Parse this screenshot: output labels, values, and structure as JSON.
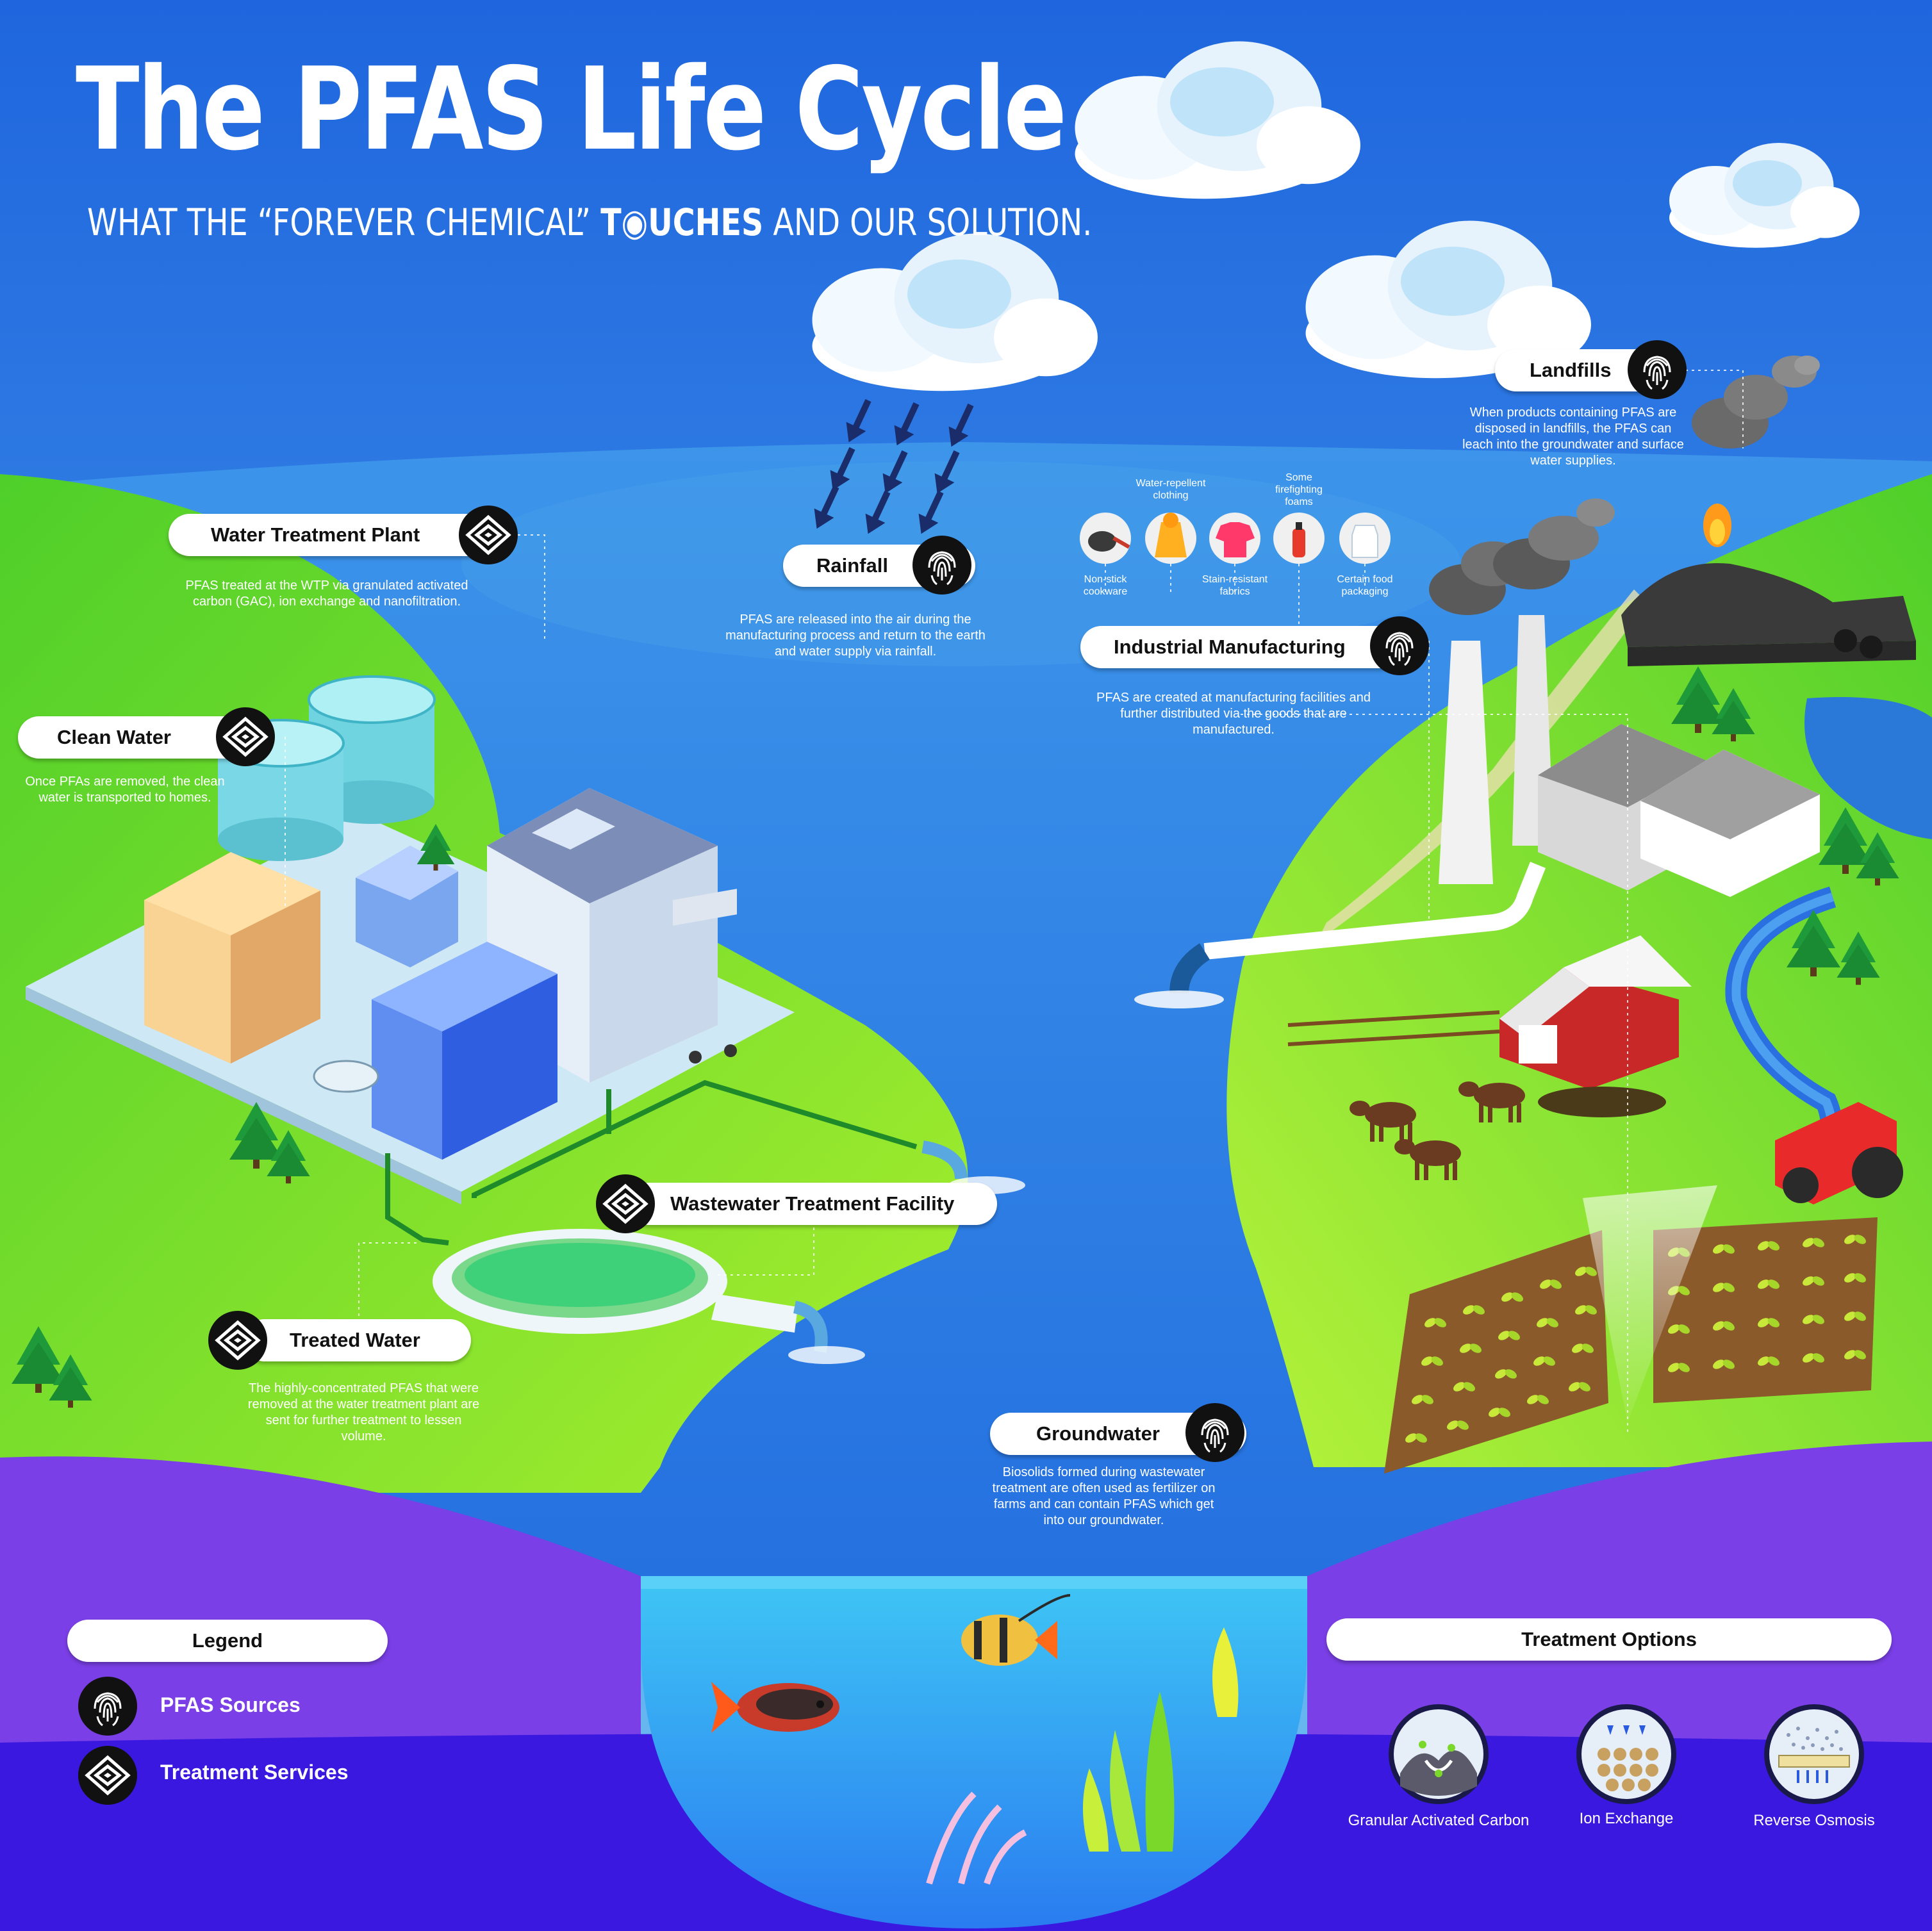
{
  "title": "The PFAS Life Cycle",
  "subtitle": {
    "part1": "WHAT THE “FOREVER CHEMICAL” ",
    "highlight": "T◉UCHES",
    "part2": " AND OUR SOLUTION."
  },
  "stages": {
    "water_treatment_plant": {
      "label": "Water Treatment Plant",
      "text": "PFAS treated at the WTP via granulated activated carbon (GAC), ion exchange and nanofiltration.",
      "icon": "treatment-services-icon"
    },
    "clean_water": {
      "label": "Clean Water",
      "text": "Once PFAs are removed, the clean water is transported to homes.",
      "icon": "treatment-services-icon"
    },
    "rainfall": {
      "label": "Rainfall",
      "text": "PFAS are released into the air during the manufacturing process and return to the earth and water supply via rainfall.",
      "icon": "fingerprint-icon"
    },
    "industrial_manufacturing": {
      "label": "Industrial Manufacturing",
      "text": "PFAS are created at manufacturing facilities and further distributed via the goods that are manufactured.",
      "icon": "fingerprint-icon"
    },
    "landfills": {
      "label": "Landfills",
      "text": "When products containing PFAS are disposed in landfills, the PFAS can leach into the groundwater and surface water supplies.",
      "icon": "fingerprint-icon"
    },
    "wastewater_treatment_facility": {
      "label": "Wastewater Treatment Facility",
      "icon": "treatment-services-icon"
    },
    "treated_water": {
      "label": "Treated Water",
      "text": "The highly-concentrated PFAS that were removed at the water treatment plant are sent for further treatment to lessen volume.",
      "icon": "treatment-services-icon"
    },
    "groundwater": {
      "label": "Groundwater",
      "text": "Biosolids formed during wastewater treatment are often used as fertilizer on farms and can contain PFAS which get into our groundwater.",
      "icon": "fingerprint-icon"
    }
  },
  "products": [
    {
      "label": "Non-stick cookware",
      "icon": "frying-pan-icon"
    },
    {
      "label": "Water-repellent clothing",
      "icon": "raincoat-icon"
    },
    {
      "label": "Stain-resistant fabrics",
      "icon": "tshirt-icon"
    },
    {
      "label": "Some firefighting foams",
      "icon": "fire-extinguisher-icon"
    },
    {
      "label": "Certain food packaging",
      "icon": "milk-carton-icon"
    }
  ],
  "legend": {
    "title": "Legend",
    "items": [
      {
        "label": "PFAS Sources",
        "icon": "fingerprint-icon"
      },
      {
        "label": "Treatment Services",
        "icon": "treatment-services-icon"
      }
    ]
  },
  "treatment_options": {
    "title": "Treatment Options",
    "items": [
      {
        "label": "Granular Activated Carbon",
        "icon": "granular-activated-carbon-icon"
      },
      {
        "label": "Ion Exchange",
        "icon": "ion-exchange-icon"
      },
      {
        "label": "Reverse Osmosis",
        "icon": "reverse-osmosis-icon"
      }
    ]
  },
  "colors": {
    "sky_top": "#1f6fe0",
    "sky_bottom": "#5fb2ef",
    "water": "#2f80e8",
    "land": "#7ed321",
    "land_light": "#b8f03a",
    "purple": "#6a3ce8",
    "deep_purple": "#3318d8",
    "badge": "#111111"
  }
}
